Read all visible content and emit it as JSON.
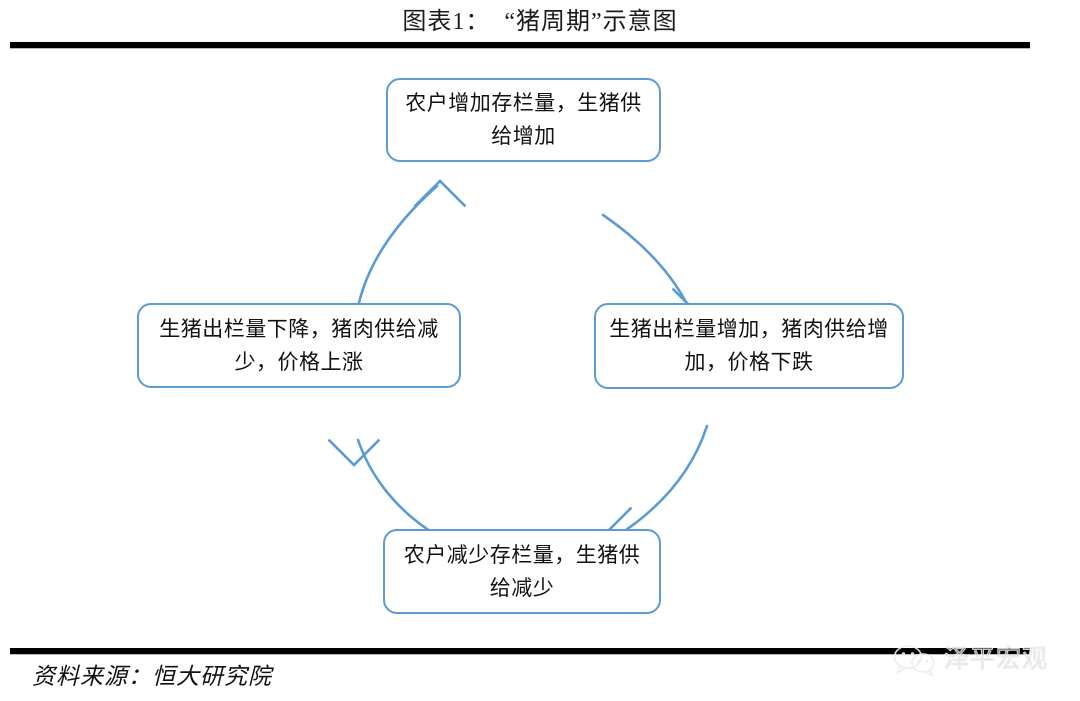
{
  "figure": {
    "title": "图表1：  “猪周期”示意图",
    "source_label": "资料来源：恒大研究院"
  },
  "colors": {
    "box_border": "#5b9bd5",
    "arrow": "#5b9bd5",
    "rule_bar": "#000000",
    "text": "#111111",
    "background": "#ffffff"
  },
  "diagram": {
    "type": "cycle-flow",
    "nodes": [
      {
        "id": "top",
        "position": "top",
        "text": "农户增加存栏量，生猪供给增加"
      },
      {
        "id": "right",
        "position": "right",
        "text": "生猪出栏量增加，猪肉供给增加，价格下跌"
      },
      {
        "id": "bottom",
        "position": "bottom",
        "text": "农户减少存栏量，生猪供给减少"
      },
      {
        "id": "left",
        "position": "left",
        "text": "生猪出栏量下降，猪肉供给减少，价格上涨"
      }
    ],
    "edges": [
      {
        "id": "top-to-right",
        "from": "top",
        "to": "right",
        "direction": "clockwise"
      },
      {
        "id": "right-to-bottom",
        "from": "right",
        "to": "bottom",
        "direction": "clockwise"
      },
      {
        "id": "bottom-to-left",
        "from": "bottom",
        "to": "left",
        "direction": "clockwise"
      },
      {
        "id": "left-to-top",
        "from": "left",
        "to": "top",
        "direction": "clockwise"
      }
    ]
  },
  "watermark": {
    "text": "泽平宏观",
    "icon": "wechat-bubble-icon"
  }
}
